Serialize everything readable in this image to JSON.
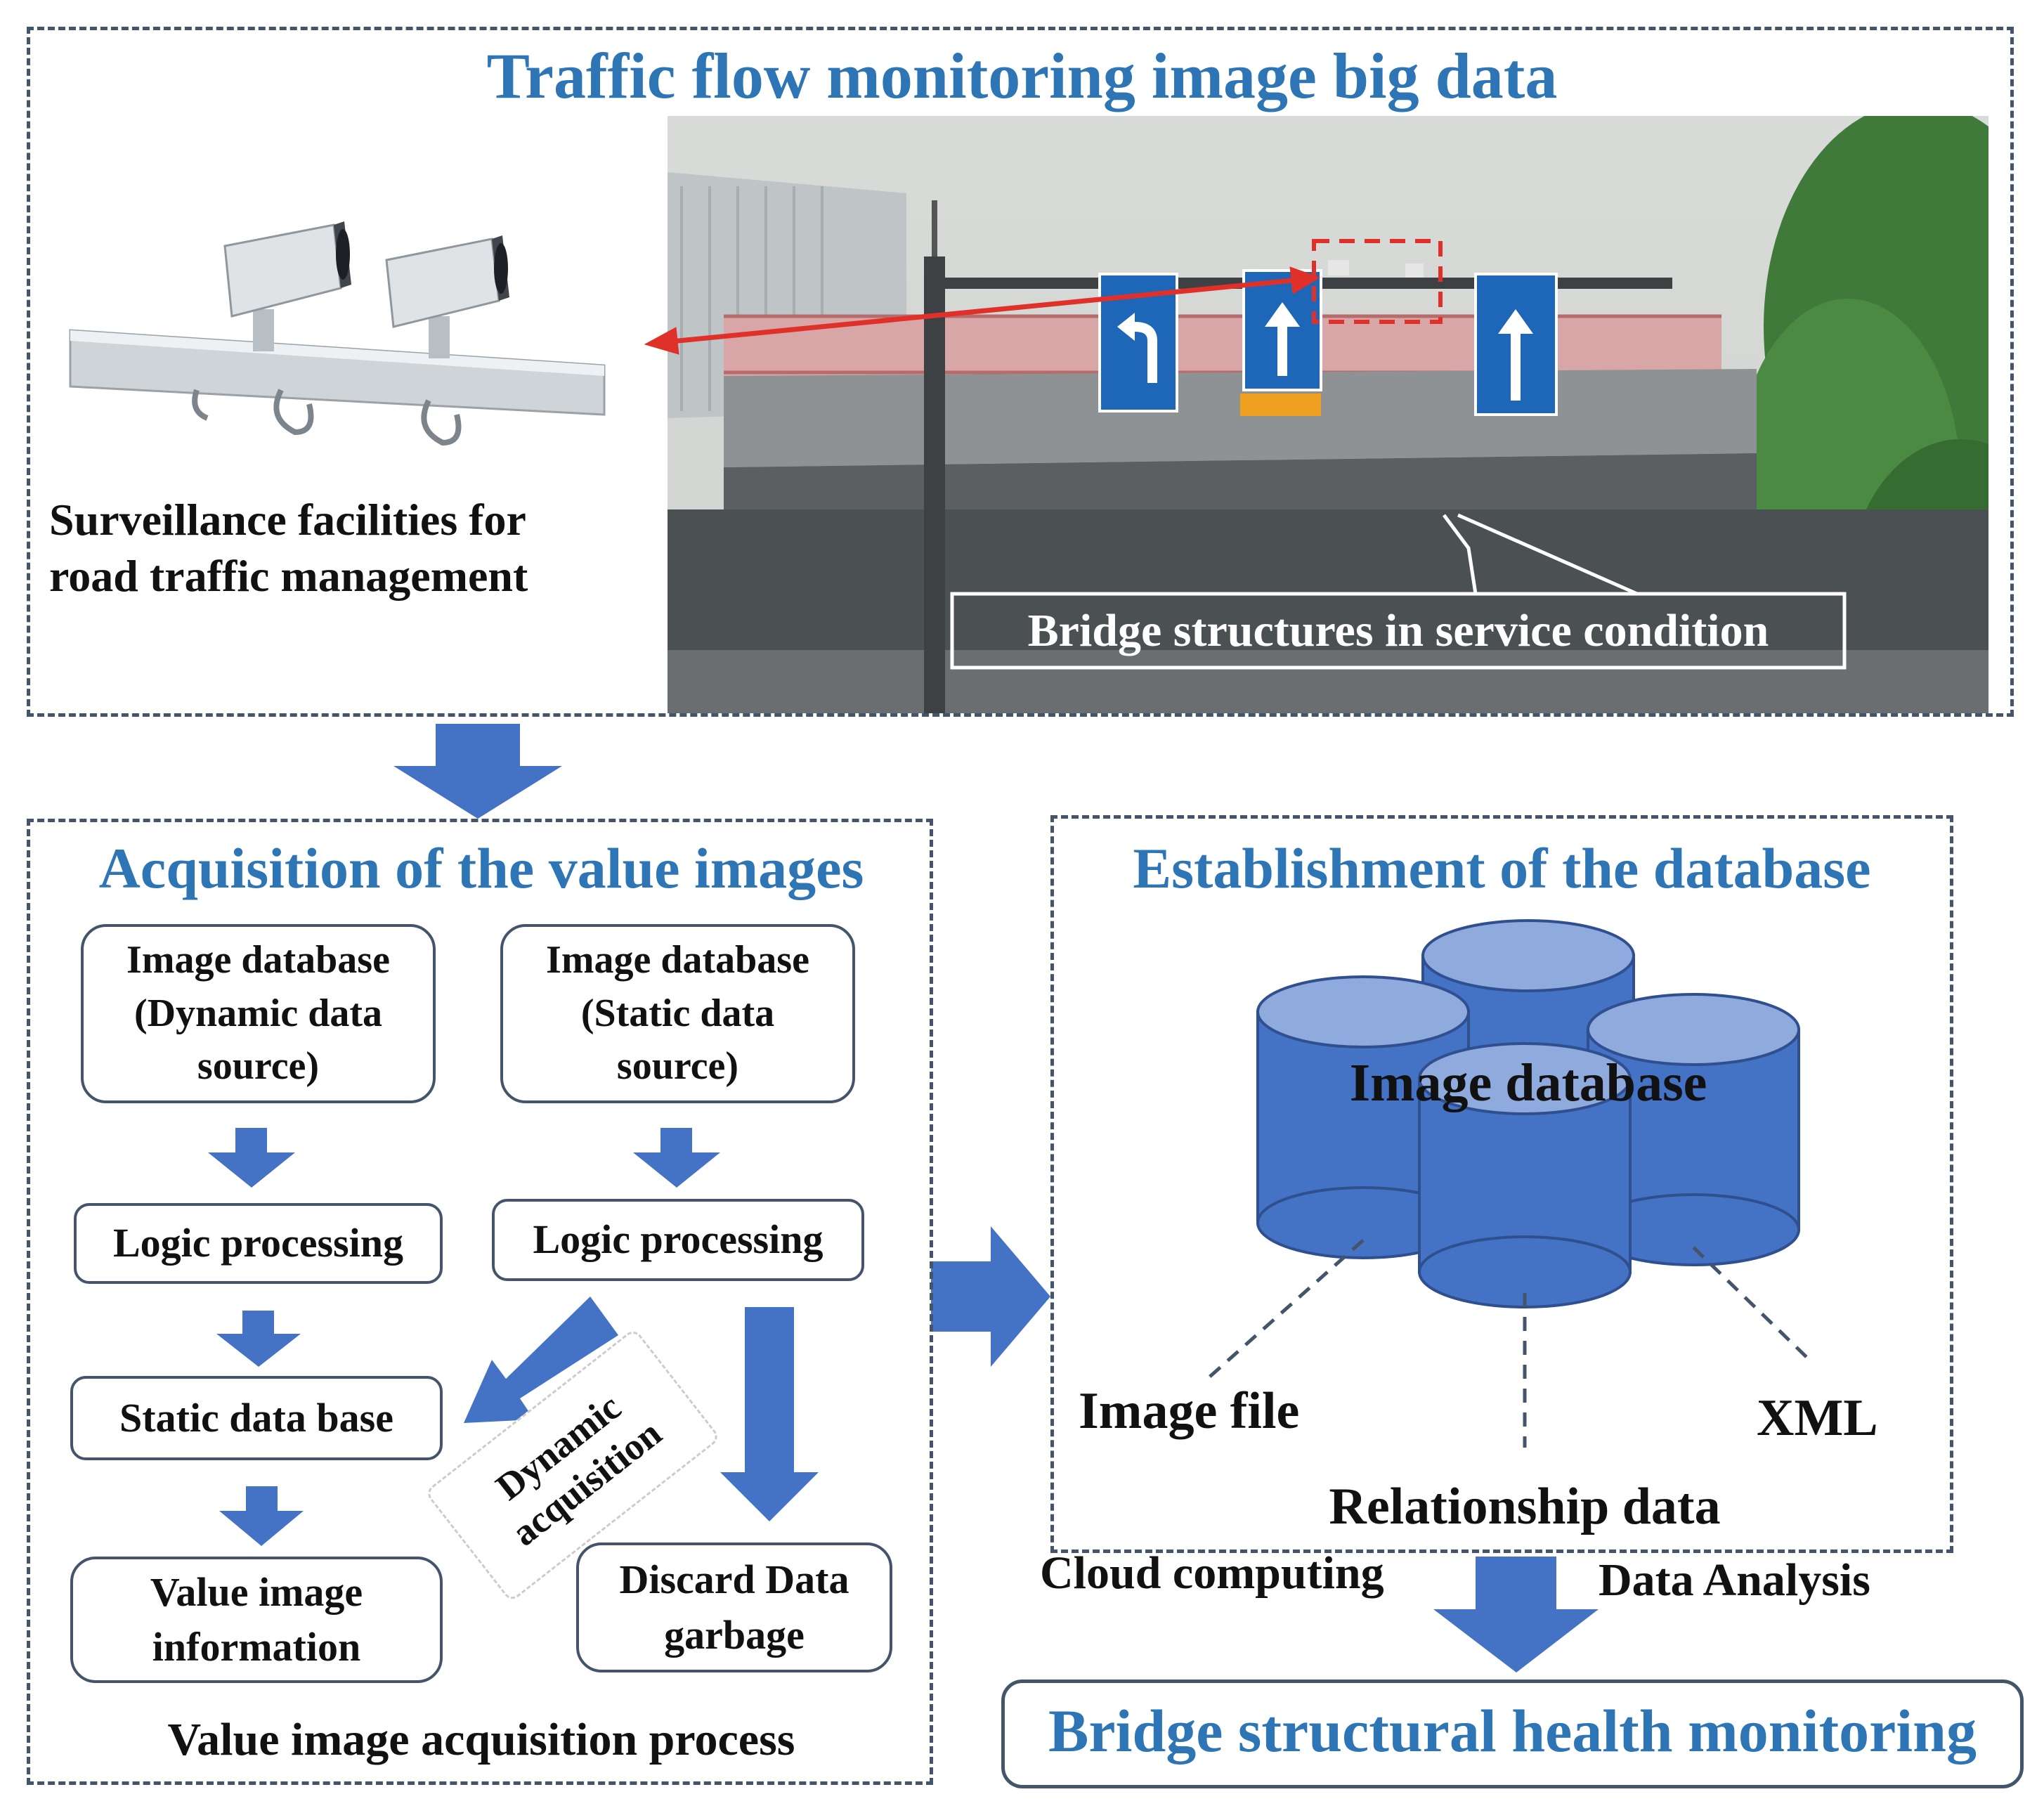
{
  "top_section": {
    "title": "Traffic flow monitoring image big data",
    "camera_caption": "Surveillance facilities for\nroad traffic management",
    "bridge_callout": "Bridge structures in service condition"
  },
  "acquisition_section": {
    "title": "Acquisition of the value images",
    "dynamic_source": "Image database\n(Dynamic data\nsource)",
    "static_source": "Image database\n(Static data\nsource)",
    "logic_left": "Logic processing",
    "logic_right": "Logic processing",
    "static_db": "Static data base",
    "value_info": "Value image\ninformation",
    "discard": "Discard Data\ngarbage",
    "dynamic_acquisition": "Dynamic\nacquisition",
    "process_caption": "Value image acquisition process"
  },
  "database_section": {
    "title": "Establishment of the database",
    "cylinder_label": "Image database",
    "image_file": "Image file",
    "xml": "XML",
    "relationship": "Relationship data"
  },
  "bottom": {
    "cloud_computing": "Cloud computing",
    "data_analysis": "Data Analysis",
    "final_box": "Bridge structural health monitoring"
  },
  "colors": {
    "title_blue": "#2e75b6",
    "arrow_blue": "#4472c4",
    "cylinder_fill": "#4472c4",
    "cylinder_top": "#8faadc",
    "dashed_border": "#44546a",
    "callout_arrow_red": "#e0302a"
  },
  "icons": [
    "surveillance-camera-icon",
    "database-cylinder-icon",
    "block-arrow-icon"
  ]
}
